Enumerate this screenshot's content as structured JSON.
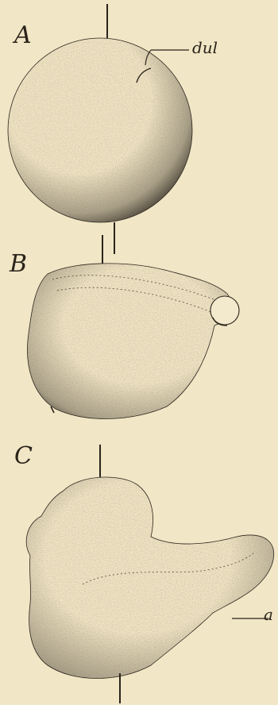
{
  "figures": [
    {
      "letter": "A",
      "pointer": "dul"
    },
    {
      "letter": "B"
    },
    {
      "letter": "C",
      "pointer": "a"
    }
  ],
  "colors": {
    "paper": "#f1e6c5",
    "ink": "#2a241c",
    "body": "#efe3c2"
  }
}
